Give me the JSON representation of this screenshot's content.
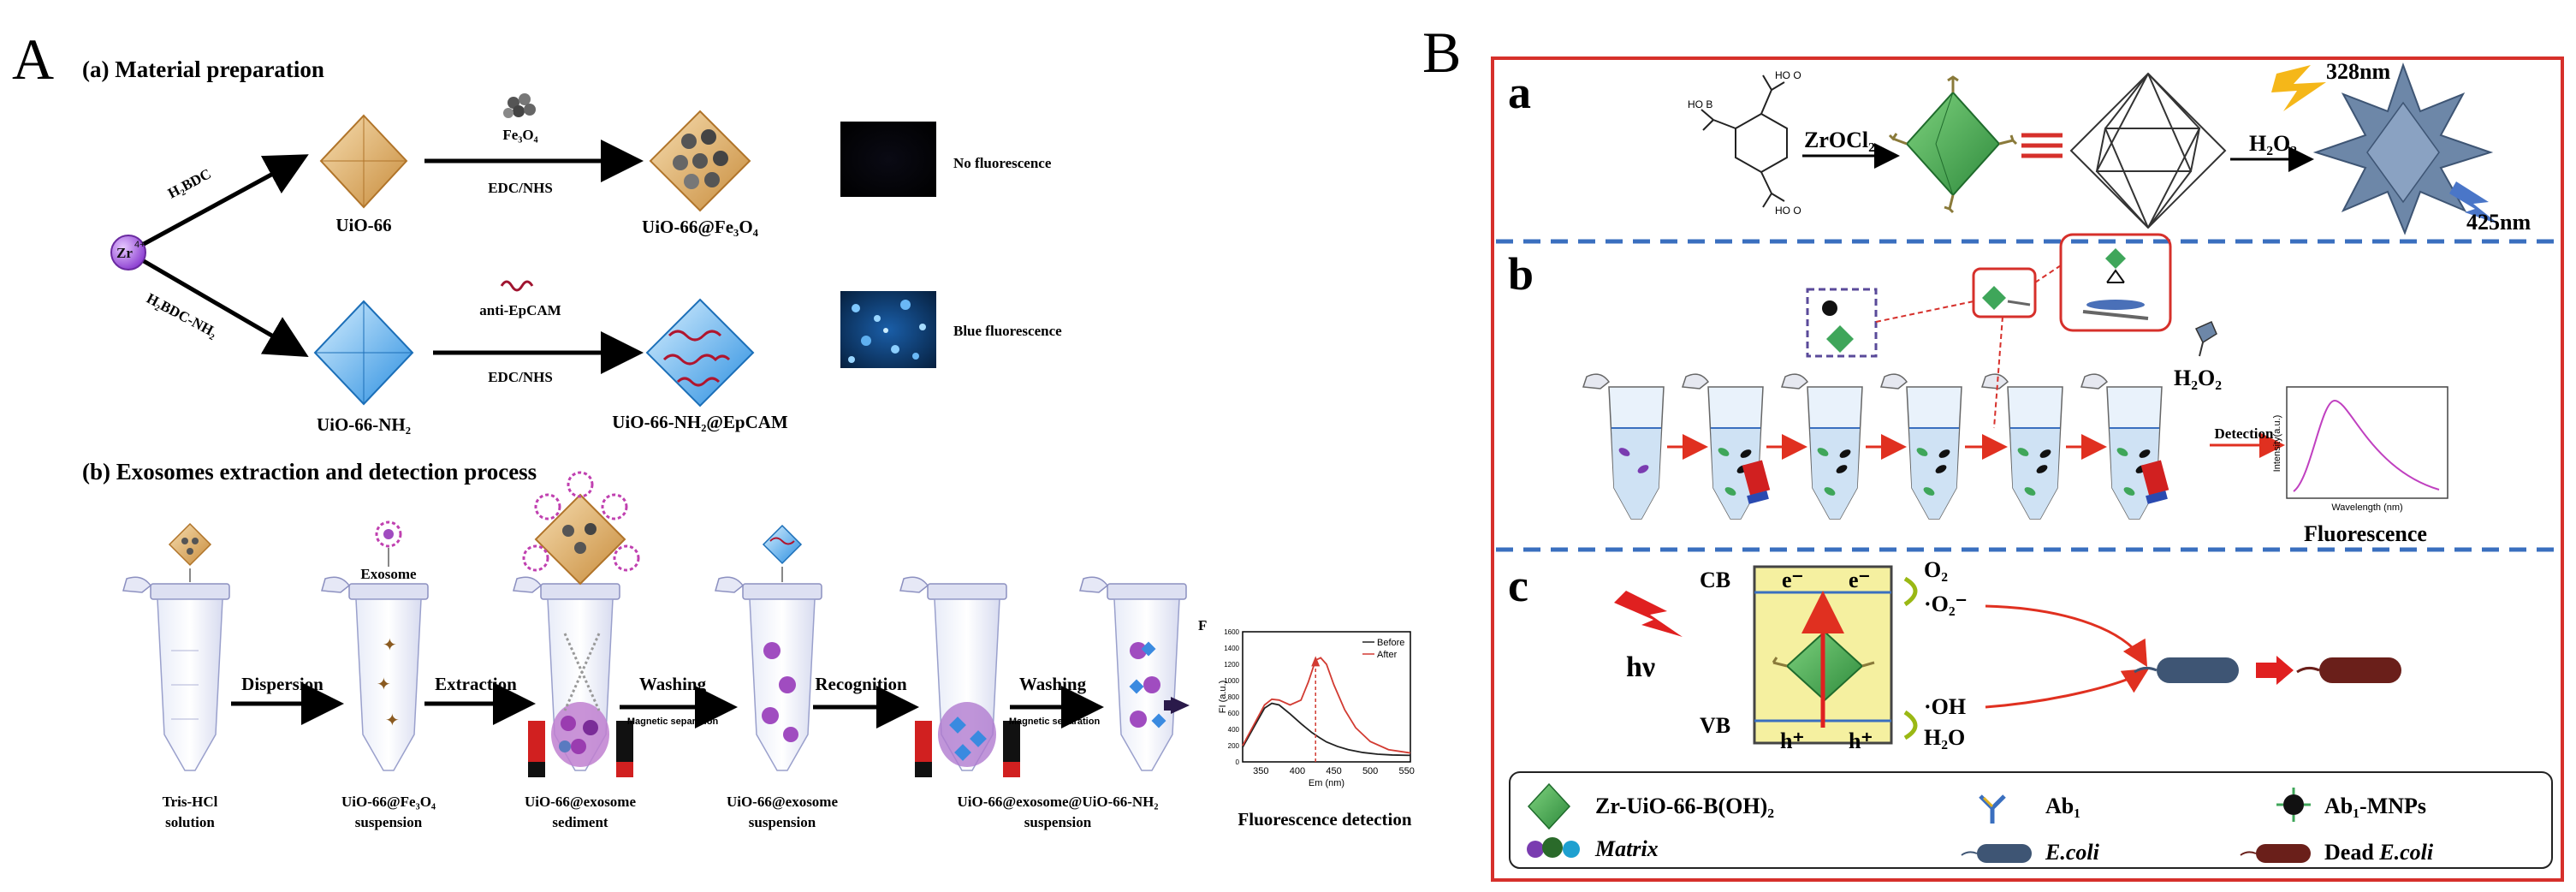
{
  "panelA": {
    "letter": "A",
    "sectionA": "(a) Material preparation",
    "sectionB": "(b) Exosomes extraction and detection process",
    "zr": "Zr",
    "zr_sup": "4+",
    "h2bdc": "H₂BDC",
    "h2bdc_nh2": "H₂BDC-NH₂",
    "uio66": "UiO-66",
    "uio66nh2": "UiO-66-NH₂",
    "fe3o4": "Fe₃O₄",
    "edcnhs_top": "EDC/NHS",
    "anti_epcam": "anti-EpCAM",
    "edcnhs_bot": "EDC/NHS",
    "product_top": "UiO-66@Fe₃O₄",
    "product_bot": "UiO-66-NH₂@EpCAM",
    "no_fluor": "No fluorescence",
    "blue_fluor": "Blue fluorescence",
    "exosome": "Exosome",
    "steps": [
      "Dispersion",
      "Extraction",
      "Washing",
      "Recognition",
      "Washing"
    ],
    "mag_sep_1": "Magnetic separation",
    "mag_sep_2": "Magnetic separation",
    "tube_labels": [
      [
        "Tris-HCl",
        "solution"
      ],
      [
        "UiO-66@Fe₃O₄",
        "suspension"
      ],
      [
        "UiO-66@exosome",
        "sediment"
      ],
      [
        "UiO-66@exosome",
        "suspension"
      ],
      [
        "UiO-66@exosome@UiO-66-NH₂",
        "suspension"
      ]
    ],
    "fluor_detect": "Fluorescence detection"
  },
  "chart_data": {
    "type": "line",
    "xlabel": "Em (nm)",
    "ylabel": "FI (a.u.)",
    "corner_label": "F",
    "x_ticks": [
      350,
      400,
      450,
      500,
      550
    ],
    "y_ticks": [
      0,
      200,
      400,
      600,
      800,
      1000,
      1200,
      1400,
      1600
    ],
    "xlim": [
      325,
      555
    ],
    "ylim": [
      0,
      1600
    ],
    "marker_x": 425,
    "legend_position": "top-right",
    "colors": {
      "Before": "#222222",
      "After": "#d23b32"
    },
    "series": [
      {
        "name": "Before",
        "x": [
          325,
          340,
          355,
          365,
          375,
          390,
          405,
          420,
          430,
          440,
          455,
          470,
          490,
          510,
          530,
          555
        ],
        "y": [
          180,
          420,
          660,
          720,
          700,
          590,
          470,
          360,
          300,
          245,
          190,
          150,
          115,
          95,
          85,
          80
        ]
      },
      {
        "name": "After",
        "x": [
          325,
          340,
          355,
          365,
          375,
          390,
          405,
          415,
          425,
          432,
          440,
          450,
          465,
          480,
          500,
          525,
          555
        ],
        "y": [
          200,
          450,
          700,
          770,
          760,
          700,
          760,
          980,
          1250,
          1280,
          1200,
          950,
          640,
          420,
          250,
          150,
          110
        ]
      }
    ]
  },
  "panelB": {
    "letter": "B",
    "sub_a": "a",
    "sub_b": "b",
    "sub_c": "c",
    "zrocl2": "ZrOCl₂",
    "h2o2_a": "H₂O₂",
    "nm328": "328nm",
    "nm425": "425nm",
    "h2o2_b": "H₂O₂",
    "detection": "Detection",
    "spec_ylabel": "Intensity(a.u.)",
    "spec_xlabel": "Wavelength (nm)",
    "fluorescence": "Fluorescence",
    "cb": "CB",
    "vb": "VB",
    "hv": "hν",
    "e1": "e⁻",
    "e2": "e⁻",
    "h1": "h⁺",
    "h2": "h⁺",
    "o2": "O₂",
    "o2rad": "·O₂⁻",
    "oh": "·OH",
    "h2o": "H₂O",
    "legend": {
      "zr": "Zr-UiO-66-B(OH)₂",
      "ab1": "Ab₁",
      "ab1mnps": "Ab₁-MNPs",
      "matrix": "Matrix",
      "ecoli": "E.coli",
      "dead": "Dead ",
      "dead_it": "E.coli"
    }
  },
  "colors": {
    "border_red": "#d6302b",
    "dash_blue": "#3a6fbf",
    "arrow_red": "#e03020",
    "uio_tan": "#d8a35a",
    "uio_blue": "#3aa3e8",
    "mof_green": "#3fa65a",
    "tube_blue": "#cfe2f4",
    "bandgap_yellow": "#f5f0a0"
  }
}
